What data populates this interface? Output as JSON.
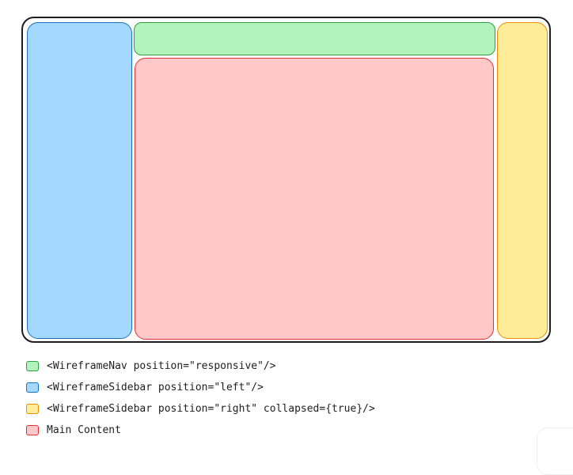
{
  "colors": {
    "nav": {
      "fill": "#b2f2bb",
      "stroke": "#2f9e44"
    },
    "sidebar_left": {
      "fill": "#a5d8ff",
      "stroke": "#1971c2"
    },
    "sidebar_right": {
      "fill": "#ffec99",
      "stroke": "#f08c00"
    },
    "main": {
      "fill": "#ffc9c9",
      "stroke": "#e03131"
    }
  },
  "legend": [
    {
      "key": "nav",
      "label": "<WireframeNav position=\"responsive\"/>"
    },
    {
      "key": "sidebar_left",
      "label": "<WireframeSidebar position=\"left\"/>"
    },
    {
      "key": "sidebar_right",
      "label": "<WireframeSidebar position=\"right\" collapsed={true}/>"
    },
    {
      "key": "main",
      "label": "Main Content"
    }
  ]
}
